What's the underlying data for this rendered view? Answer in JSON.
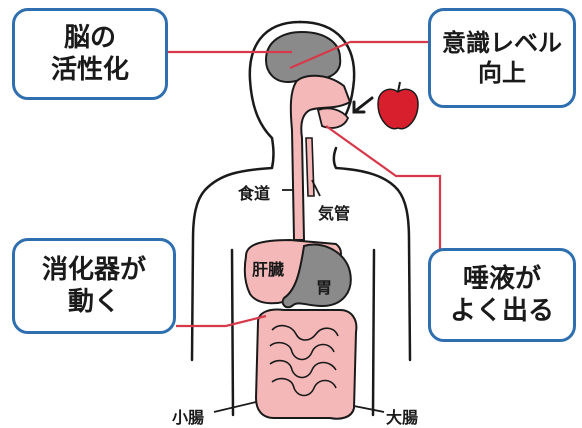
{
  "callouts": {
    "brain": {
      "line1": "脳の",
      "line2": "活性化"
    },
    "awareness": {
      "line1": "意識レベル",
      "line2": "向上"
    },
    "digestion": {
      "line1": "消化器が",
      "line2": "動く"
    },
    "saliva": {
      "line1": "唾液が",
      "line2": "よく出る"
    }
  },
  "labels": {
    "esophagus": "食道",
    "trachea": "気管",
    "liver": "肝臓",
    "stomach": "胃",
    "small_intestine": "小腸",
    "large_intestine": "大腸"
  },
  "colors": {
    "box_border": "#2f6fb0",
    "leader_line": "#d63a4a",
    "brain": "#8a8a8a",
    "organ_pink": "#f4b8b8",
    "organ_dark": "#777777",
    "apple": "#d81f2e"
  },
  "icons": [
    "apple-icon",
    "arrow-icon"
  ]
}
